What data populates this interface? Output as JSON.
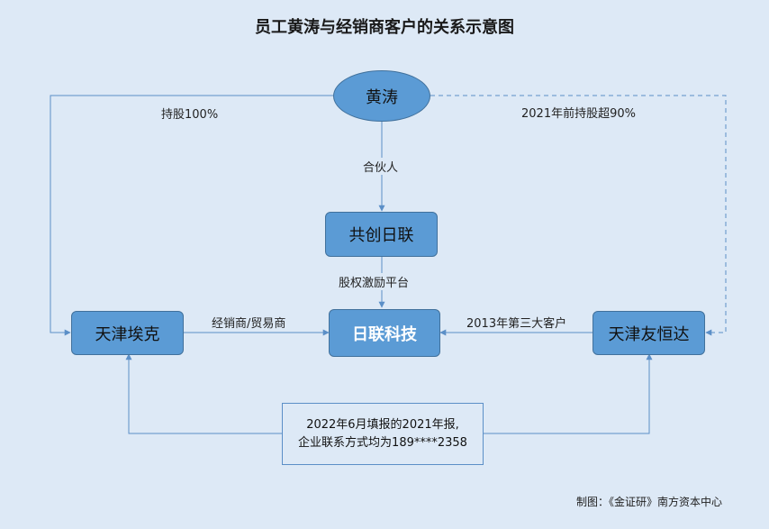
{
  "title": "员工黄涛与经销商客户的关系示意图",
  "nodes": {
    "huangtao": "黄涛",
    "gongchuang": "共创日联",
    "rilian": "日联科技",
    "aike": "天津埃克",
    "youhengda": "天津友恒达"
  },
  "edges": {
    "holding_100": "持股100%",
    "holding_90": "2021年前持股超90%",
    "partner": "合伙人",
    "equity_platform": "股权激励平台",
    "distributor": "经销商/贸易商",
    "top3_customer": "2013年第三大客户"
  },
  "note": {
    "line1": "2022年6月填报的2021年报,",
    "line2": "企业联系方式均为189****2358"
  },
  "credit": "制图：《金证研》南方资本中心",
  "colors": {
    "node_fill": "#5b9bd5",
    "line": "#5b8fc7",
    "background": "#dde9f6"
  }
}
